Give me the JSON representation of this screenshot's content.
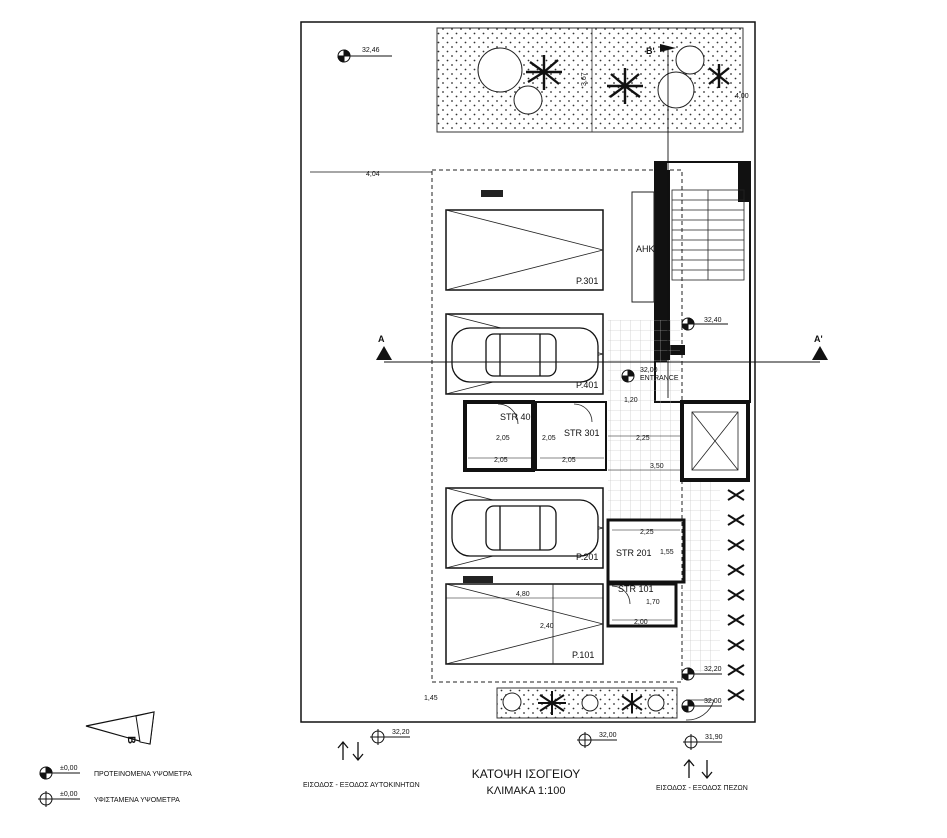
{
  "sections": {
    "left": "A",
    "right": "A'",
    "top": "B'"
  },
  "levels": {
    "top_left": "32,46",
    "garden": "3,67",
    "top_right_dim": "4,00",
    "stair_hall": "32,40",
    "entrance": "32,00",
    "bottom_right_1": "32,20",
    "bottom_right_2": "32,00",
    "bottom_car_entry": "32,20",
    "bottom_mid": "32,00",
    "bottom_right_exist": "31,90"
  },
  "dims": {
    "top_setback": "4,04",
    "str401_h": "2,05",
    "str401_w": "2,05",
    "str301_h": "2,05",
    "str301_w": "2,05",
    "corridor_a": "1,20",
    "corridor_b": "2,25",
    "corridor_c": "3,50",
    "str201_w": "2,25",
    "str201_h": "1,55",
    "str101_h": "1,70",
    "str101_w": "2,00",
    "p101_len": "4,80",
    "p101_w": "2,40",
    "bottom_left": "1,45"
  },
  "rooms": {
    "ahk": "AHK",
    "entrance": "ENTRANCE",
    "p301": "P.301",
    "p401": "P.401",
    "p201": "P.201",
    "p101": "P.101",
    "str401": "STR 401",
    "str301": "STR 301",
    "str201": "STR 201",
    "str101": "STR 101"
  },
  "captions": {
    "car_entry": "ΕΙΣΟΔΟΣ - ΕΞΟΔΟΣ ΑΥΤΟΚΙΝΗΤΩΝ",
    "ped_entry": "ΕΙΣΟΔΟΣ - ΕΞΟΔΟΣ ΠΕΖΩΝ",
    "title": "ΚΑΤΟΨΗ ΙΣΟΓΕΙΟΥ",
    "scale": "ΚΛΙΜΑΚΑ 1:100"
  },
  "legend": {
    "proposed_value": "±0,00",
    "proposed_label": "ΠΡΟΤΕΙΝΟΜΕΝΑ ΥΨΟΜΕΤΡΑ",
    "existing_value": "±0,00",
    "existing_label": "ΥΦΙΣΤΑΜΕΝΑ ΥΨΟΜΕΤΡΑ"
  },
  "north_label": "B"
}
